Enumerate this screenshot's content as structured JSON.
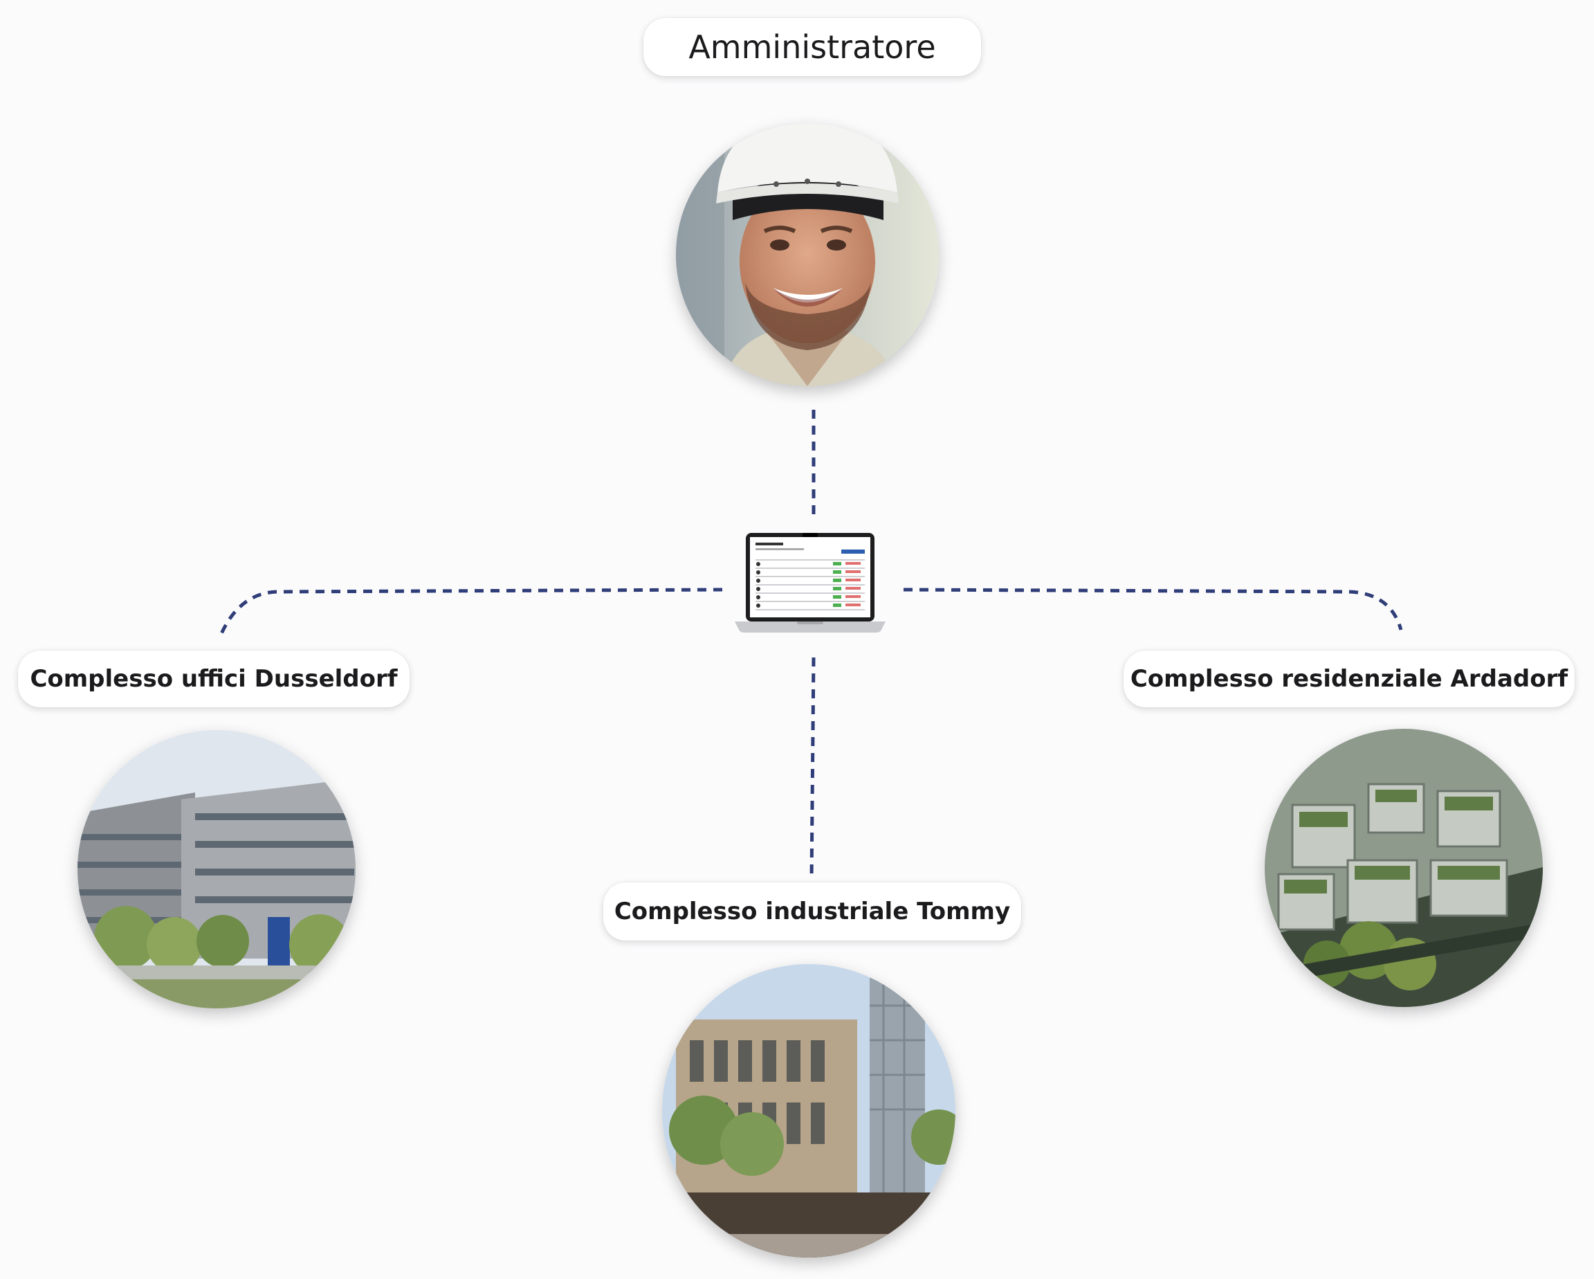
{
  "diagram": {
    "root": {
      "label": "Amministratore",
      "icon": "construction-worker-photo"
    },
    "hub": {
      "icon": "laptop-dashboard-icon"
    },
    "sites": [
      {
        "label": "Complesso uffici Dusseldorf",
        "icon": "office-building-photo"
      },
      {
        "label": "Complesso industriale Tommy",
        "icon": "industrial-building-photo"
      },
      {
        "label": "Complesso residenziale Ardadorf",
        "icon": "residential-complex-aerial-photo"
      }
    ],
    "colors": {
      "connector": "#2f3d78",
      "pill_bg": "#ffffff",
      "text": "#1b1b1d",
      "background": "#fbfbfc"
    }
  }
}
